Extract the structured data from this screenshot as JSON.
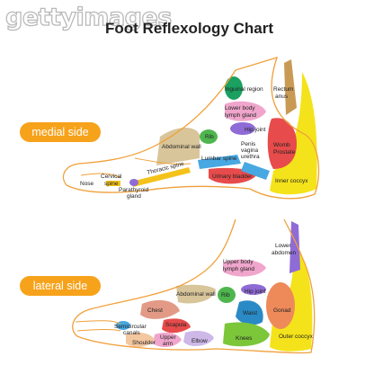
{
  "watermark": "gettyimages",
  "title": "Foot Reflexology Chart",
  "medial": {
    "side_label": "medial side",
    "labels": {
      "inguinal": "Inguinal region",
      "rectum": "Rectum",
      "anus": "anus",
      "lower_body_lymph_1": "Lower body",
      "lower_body_lymph_2": "lymph gland",
      "hip_joint": "Hip joint",
      "rib": "Rib",
      "abdominal_wall": "Abdominal wall",
      "penis": "Penis",
      "vagina": "vagina",
      "urethra": "urethra",
      "womb": "Womb",
      "prostate": "Prostate",
      "lumbar_spine": "Lumbar spine",
      "thoracic_spine": "Thoracic spine",
      "cervical_1": "Cervical",
      "cervical_2": "spine",
      "nose": "Nose",
      "parathyroid_1": "Parathyroid",
      "parathyroid_2": "gland",
      "urinary_bladder": "Urinary bladder",
      "inner_coccyx": "Inner coccyx"
    }
  },
  "lateral": {
    "side_label": "lateral side",
    "labels": {
      "lower_abdomen_1": "Lower",
      "lower_abdomen_2": "abdomen",
      "upper_body_lymph_1": "Upper body",
      "upper_body_lymph_2": "lymph gland",
      "abdominal_wall": "Abdominal wall",
      "rib": "Rib",
      "hip_joint": "Hip joint",
      "chest": "Chest",
      "waist": "Waist",
      "gonad": "Gonad",
      "scapula": "Scapula",
      "semicircular_1": "Semicircular",
      "semicircular_2": "canals",
      "upper_arm_1": "Upper",
      "upper_arm_2": "arm",
      "shoulder": "Shoulder",
      "elbow": "Elbow",
      "knees": "Knees",
      "outer_coccyx": "Outer coccyx"
    }
  }
}
